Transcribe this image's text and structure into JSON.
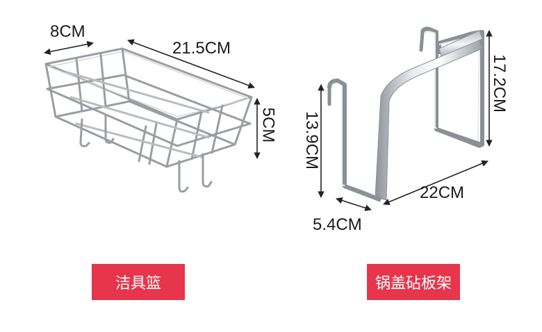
{
  "products": [
    {
      "name": "洁具篮",
      "dimensions": {
        "depth": "8CM",
        "length": "21.5CM",
        "height": "5CM"
      }
    },
    {
      "name": "锅盖砧板架",
      "dimensions": {
        "height_short": "13.9CM",
        "height_tall": "17.2CM",
        "length": "22CM",
        "depth": "5.4CM"
      }
    }
  ],
  "colors": {
    "label_bg": "#e7364b",
    "label_text": "#ffffff",
    "wire": "#9a9da3",
    "steel": "#cfd2d6"
  }
}
